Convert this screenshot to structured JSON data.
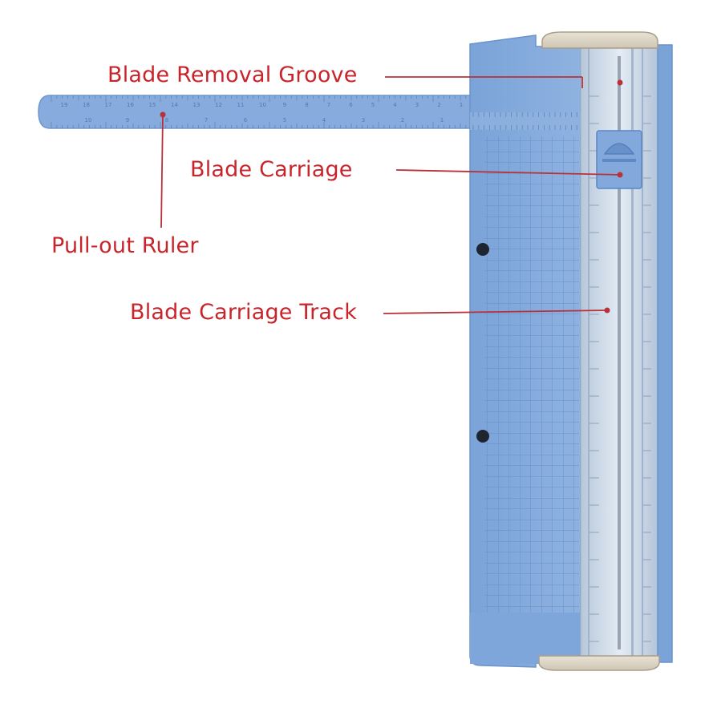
{
  "colors": {
    "label": "#c8242b",
    "leader_line": "#b8323a",
    "trimmer_blue": "#7fa7d9",
    "trimmer_blue_dark": "#5d88c4",
    "trimmer_blue_light": "#a9c6ec",
    "track_clear": "#c9d6e6",
    "background": "#ffffff"
  },
  "product": "paper-trimmer",
  "callouts": [
    {
      "id": "blade-removal-groove",
      "text": "Blade Removal Groove"
    },
    {
      "id": "blade-carriage",
      "text": "Blade Carriage"
    },
    {
      "id": "pull-out-ruler",
      "text": "Pull-out Ruler"
    },
    {
      "id": "blade-carriage-track",
      "text": "Blade Carriage Track"
    }
  ],
  "ruler_numbers": {
    "pullout_top": [
      "19",
      "18",
      "17",
      "16",
      "15",
      "14",
      "13",
      "12",
      "11",
      "10",
      "9",
      "8",
      "7",
      "6",
      "5",
      "4",
      "3",
      "2",
      "1"
    ],
    "pullout_bottom": [
      "10",
      "9",
      "8",
      "7",
      "6",
      "5",
      "4",
      "3",
      "2",
      "1"
    ]
  }
}
